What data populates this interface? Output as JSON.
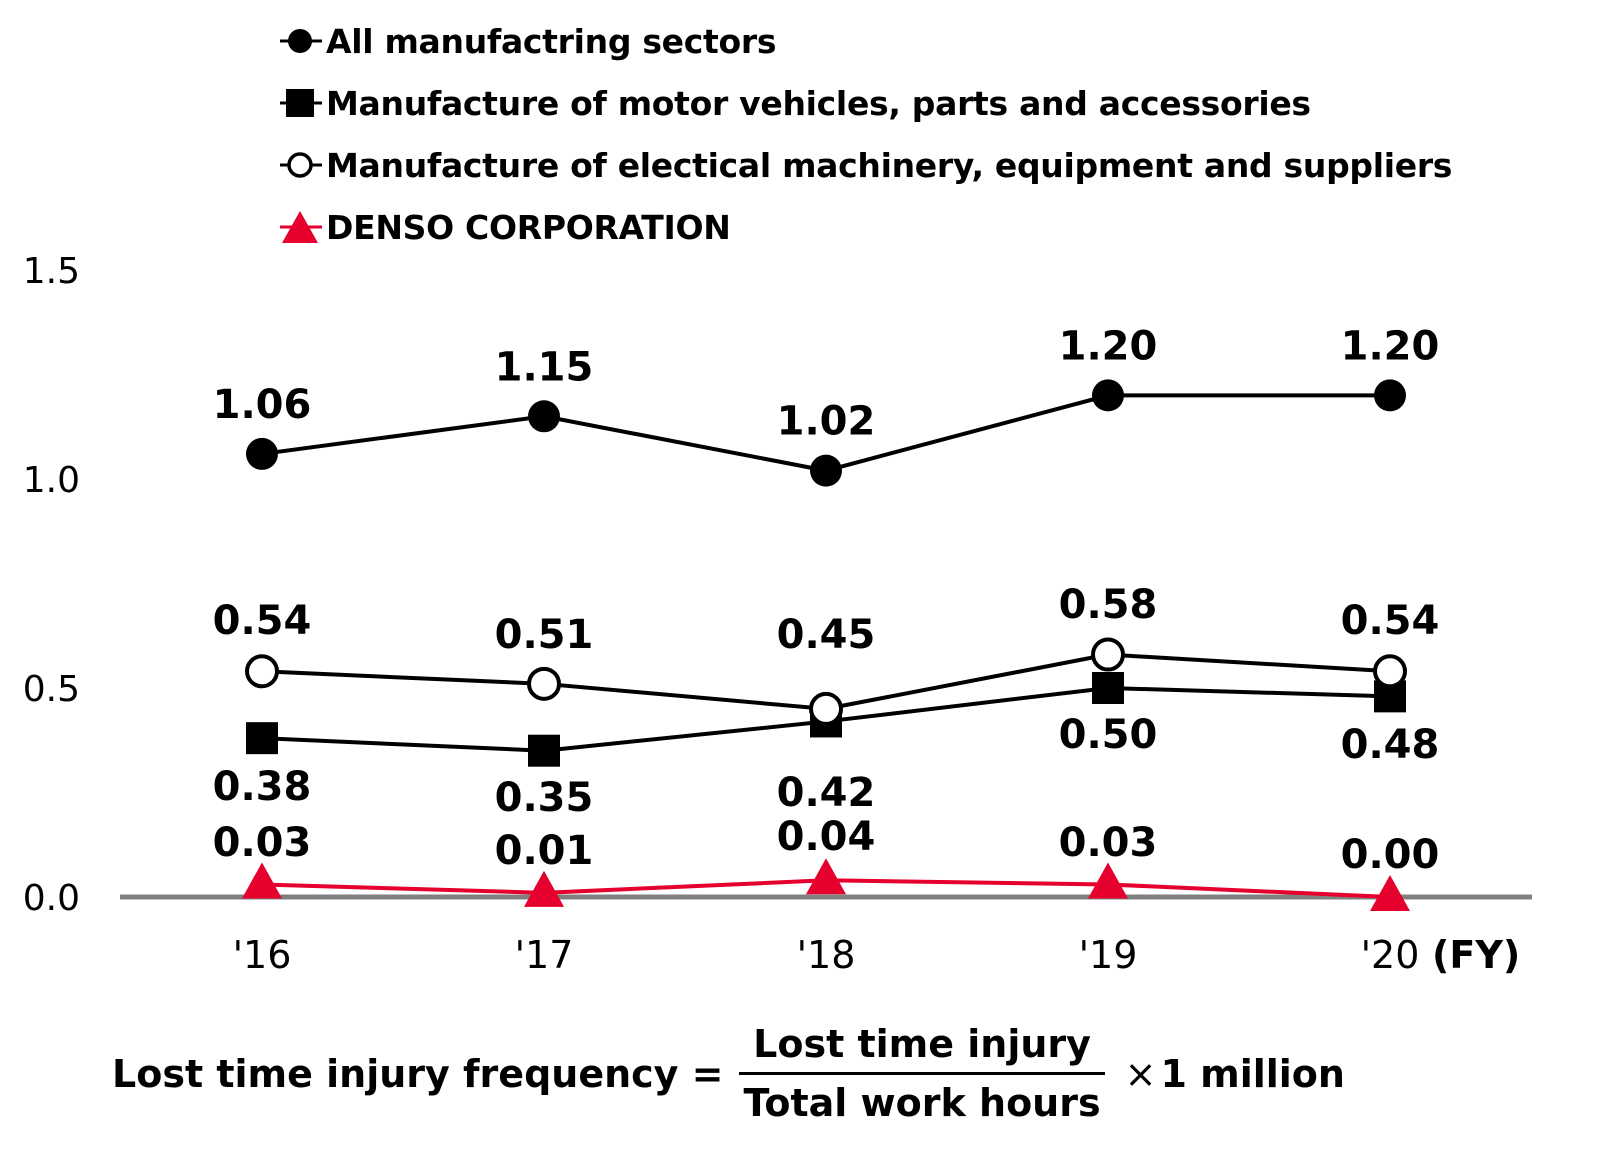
{
  "colors": {
    "black": "#000000",
    "red": "#E5002D",
    "axis": "#808080",
    "white": "#ffffff"
  },
  "chart_data": {
    "type": "line",
    "categories": [
      "'16",
      "'17",
      "'18",
      "'19",
      "'20"
    ],
    "x_unit": "(FY)",
    "ylim": [
      0,
      1.5
    ],
    "yticks": [
      "0.0",
      "0.5",
      "1.0",
      "1.5"
    ],
    "grid": false,
    "legend_position": "top",
    "series": [
      {
        "name": "All manufactring sectors",
        "marker": "filled-circle",
        "color": "#000000",
        "values": [
          1.06,
          1.15,
          1.02,
          1.2,
          1.2
        ],
        "labels": [
          "1.06",
          "1.15",
          "1.02",
          "1.20",
          "1.20"
        ],
        "label_side": "above"
      },
      {
        "name": "Manufacture of motor vehicles, parts and accessories",
        "marker": "filled-square",
        "color": "#000000",
        "values": [
          0.38,
          0.35,
          0.42,
          0.5,
          0.48
        ],
        "labels": [
          "0.38",
          "0.35",
          "0.42",
          "0.50",
          "0.48"
        ],
        "label_side": "below"
      },
      {
        "name": "Manufacture of electical machinery, equipment and suppliers",
        "marker": "open-circle",
        "color": "#000000",
        "values": [
          0.54,
          0.51,
          0.45,
          0.58,
          0.54
        ],
        "labels": [
          "0.54",
          "0.51",
          "0.45",
          "0.58",
          "0.54"
        ],
        "label_side": "above"
      },
      {
        "name": "DENSO CORPORATION",
        "marker": "filled-triangle",
        "color": "#E5002D",
        "values": [
          0.03,
          0.01,
          0.04,
          0.03,
          0.0
        ],
        "labels": [
          "0.03",
          "0.01",
          "0.04",
          "0.03",
          "0.00"
        ],
        "label_side": "above"
      }
    ]
  },
  "formula": {
    "lhs": "Lost time injury frequency =",
    "numerator": "Lost time injury",
    "denominator": "Total work hours",
    "times": "×",
    "multiplier": "1 million"
  }
}
